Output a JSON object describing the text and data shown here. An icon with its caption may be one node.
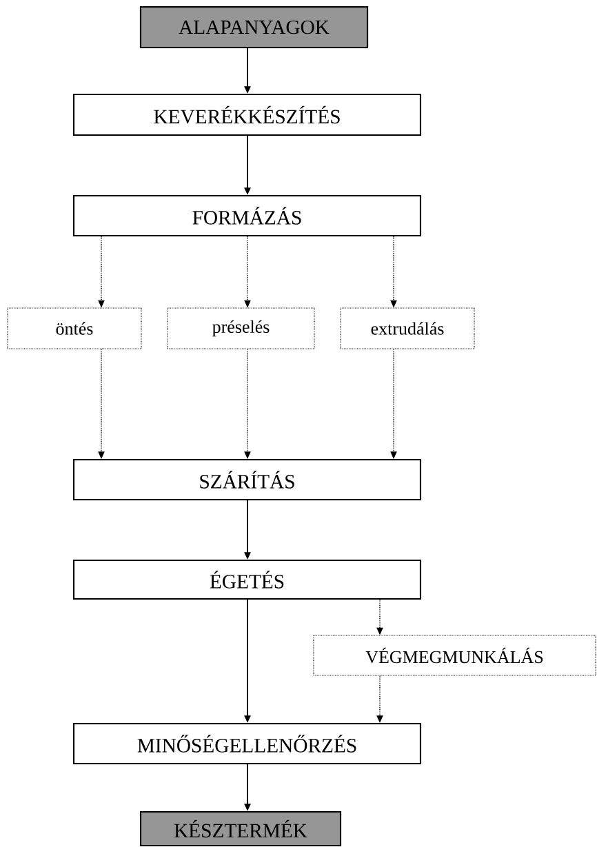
{
  "diagram": {
    "nodes": [
      {
        "text": [
          "ALAPANYAGOK"
        ]
      },
      {
        "text": [
          "KEVERÉKKÉSZÍTÉS"
        ]
      },
      {
        "text": [
          "FORMÁZÁS"
        ]
      },
      {
        "text": [
          "öntés"
        ]
      },
      {
        "text": [
          "préselés"
        ]
      },
      {
        "text": [
          "extrudálás"
        ]
      },
      {
        "text": [
          "SZÁRÍTÁS"
        ]
      },
      {
        "text": [
          "ÉGETÉS"
        ]
      },
      {
        "text": [
          "VÉGMEGMUNKÁLÁS"
        ]
      },
      {
        "text": [
          "MINŐSÉGELLENŐRZÉS"
        ]
      },
      {
        "text": [
          "KÉSZTERMÉK"
        ]
      }
    ],
    "edges": [
      {
        "from": 0,
        "to": 1,
        "arrow": "to"
      },
      {
        "from": 1,
        "to": 2,
        "arrow": "to"
      },
      {
        "from": 2,
        "to": 3,
        "arrow": "to",
        "style": "dashed"
      },
      {
        "from": 2,
        "to": 4,
        "arrow": "to",
        "style": "dashed"
      },
      {
        "from": 2,
        "to": 5,
        "arrow": "to",
        "style": "dashed"
      },
      {
        "from": 3,
        "to": 6,
        "arrow": "to",
        "style": "dashed"
      },
      {
        "from": 4,
        "to": 6,
        "arrow": "to",
        "style": "dashed"
      },
      {
        "from": 5,
        "to": 6,
        "arrow": "to",
        "style": "dashed"
      },
      {
        "from": 6,
        "to": 7,
        "arrow": "to"
      },
      {
        "from": 7,
        "to": 9,
        "arrow": "to"
      },
      {
        "from": 7,
        "to": 8,
        "arrow": "to",
        "style": "dashed"
      },
      {
        "from": 8,
        "to": 9,
        "arrow": "to",
        "style": "dashed"
      },
      {
        "from": 9,
        "to": 10,
        "arrow": "to"
      }
    ]
  }
}
